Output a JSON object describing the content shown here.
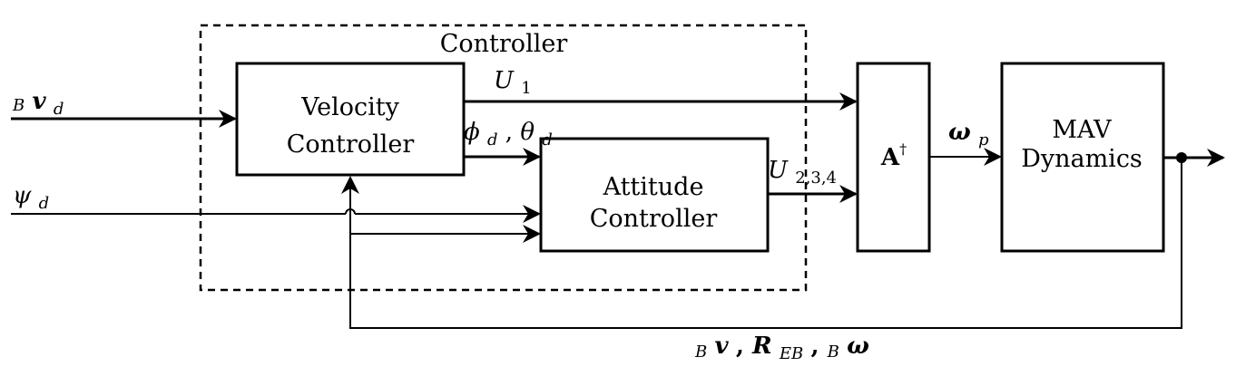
{
  "controller_label": "Controller",
  "blocks": {
    "velocity": {
      "line1": "Velocity",
      "line2": "Controller"
    },
    "attitude": {
      "line1": "Attitude",
      "line2": "Controller"
    },
    "allocation": {
      "symbol": "A",
      "superscript": "†"
    },
    "dynamics": {
      "line1": "MAV",
      "line2": "Dynamics"
    }
  },
  "signals": {
    "velocity_ref": {
      "prefix": "B",
      "main": "v",
      "sub": "d"
    },
    "yaw_ref": {
      "main": "ψ",
      "sub": "d"
    },
    "thrust": {
      "main": "U",
      "sub": "1"
    },
    "attitude_ref": {
      "phi": "ϕ",
      "phi_sub": "d",
      "sep": ",",
      "theta": "θ",
      "theta_sub": "d"
    },
    "torques": {
      "main": "U",
      "sub": "2,3,4"
    },
    "rotor_speeds": {
      "main": "ω",
      "sub": "p"
    },
    "feedback": {
      "v_prefix": "B",
      "v": "v",
      "sep1": ", ",
      "R": "R",
      "R_sub": "EB",
      "sep2": ", ",
      "w_prefix": "B",
      "w": "ω"
    }
  }
}
